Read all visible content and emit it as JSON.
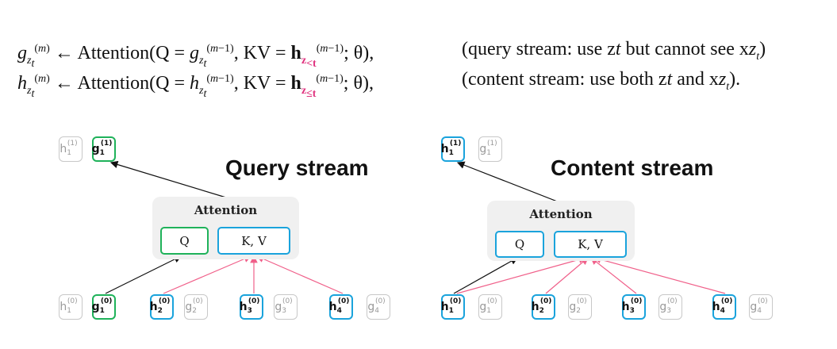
{
  "equations": {
    "query_comment": "(query stream: use z",
    "query_comment_mid": " but cannot see x",
    "content_comment": "(content stream: use both z",
    "content_comment_mid": " and x",
    "attention": "Attention",
    "q_eq": "(Q = ",
    "kv_eq": ", KV = ",
    "theta_tail": "; θ),"
  },
  "query_panel": {
    "title": "Query stream",
    "attention_label": "Attention",
    "q_label": "Q",
    "kv_label": "K, V"
  },
  "content_panel": {
    "title": "Content stream",
    "attention_label": "Attention",
    "q_label": "Q",
    "kv_label": "K, V"
  },
  "colors": {
    "query_stream": "#1fb25a",
    "content_stream": "#1aa3dc",
    "attention_edge": "#f0608a",
    "grey_token": "#c8c8c8"
  }
}
